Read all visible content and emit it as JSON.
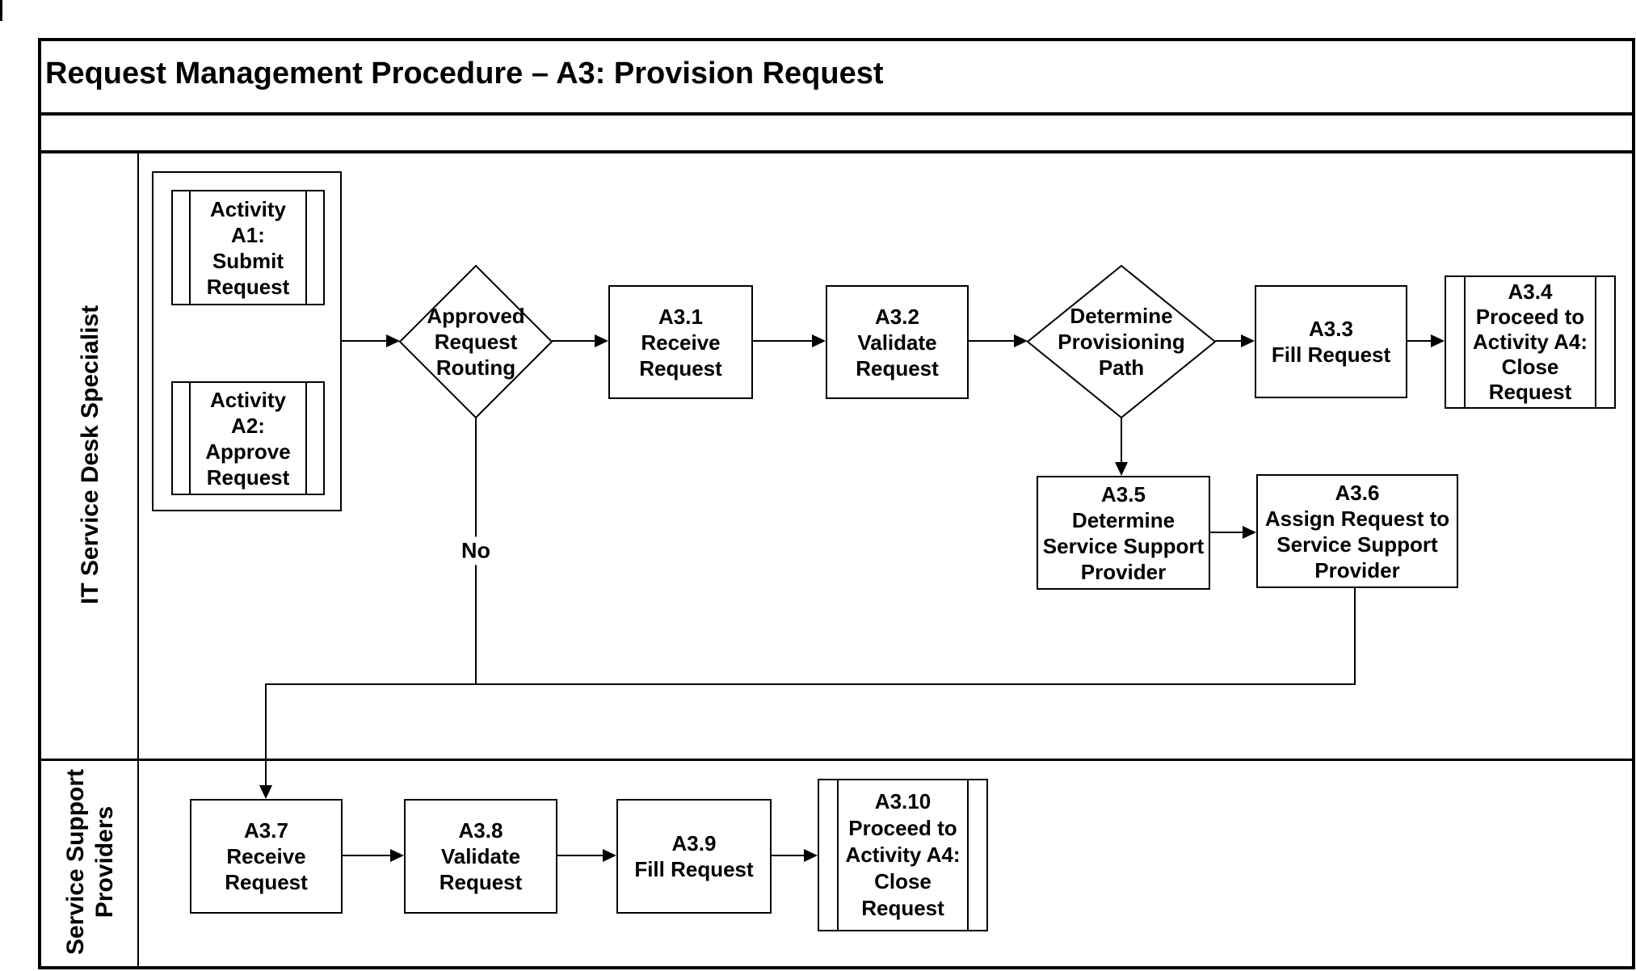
{
  "title": "Request Management Procedure – A3: Provision Request",
  "lanes": [
    {
      "label": "IT Service Desk Specialist"
    },
    {
      "label": "Service Support\nProviders"
    }
  ],
  "nodes": {
    "activity_a1": {
      "label": "Activity\nA1:\nSubmit\nRequest",
      "shape": "predefined-process"
    },
    "activity_a2": {
      "label": "Activity\nA2:\nApprove\nRequest",
      "shape": "predefined-process"
    },
    "approved_request_routing": {
      "label": "Approved\nRequest\nRouting",
      "shape": "decision"
    },
    "a3_1": {
      "label": "A3.1\nReceive\nRequest",
      "shape": "process"
    },
    "a3_2": {
      "label": "A3.2\nValidate\nRequest",
      "shape": "process"
    },
    "determine_provisioning_path": {
      "label": "Determine\nProvisioning\nPath",
      "shape": "decision"
    },
    "a3_3": {
      "label": "A3.3\nFill Request",
      "shape": "process"
    },
    "a3_4": {
      "label": "A3.4\nProceed to\nActivity A4:\nClose\nRequest",
      "shape": "predefined-process"
    },
    "a3_5": {
      "label": "A3.5\nDetermine\nService Support\nProvider",
      "shape": "process"
    },
    "a3_6": {
      "label": "A3.6\nAssign Request to\nService Support\nProvider",
      "shape": "process"
    },
    "a3_7": {
      "label": "A3.7\nReceive\nRequest",
      "shape": "process"
    },
    "a3_8": {
      "label": "A3.8\nValidate\nRequest",
      "shape": "process"
    },
    "a3_9": {
      "label": "A3.9\nFill Request",
      "shape": "process"
    },
    "a3_10": {
      "label": "A3.10\nProceed to\nActivity A4:\nClose\nRequest",
      "shape": "predefined-process"
    }
  },
  "edges": {
    "no_label": "No"
  },
  "colors": {
    "line": "#000000",
    "background": "#ffffff"
  }
}
